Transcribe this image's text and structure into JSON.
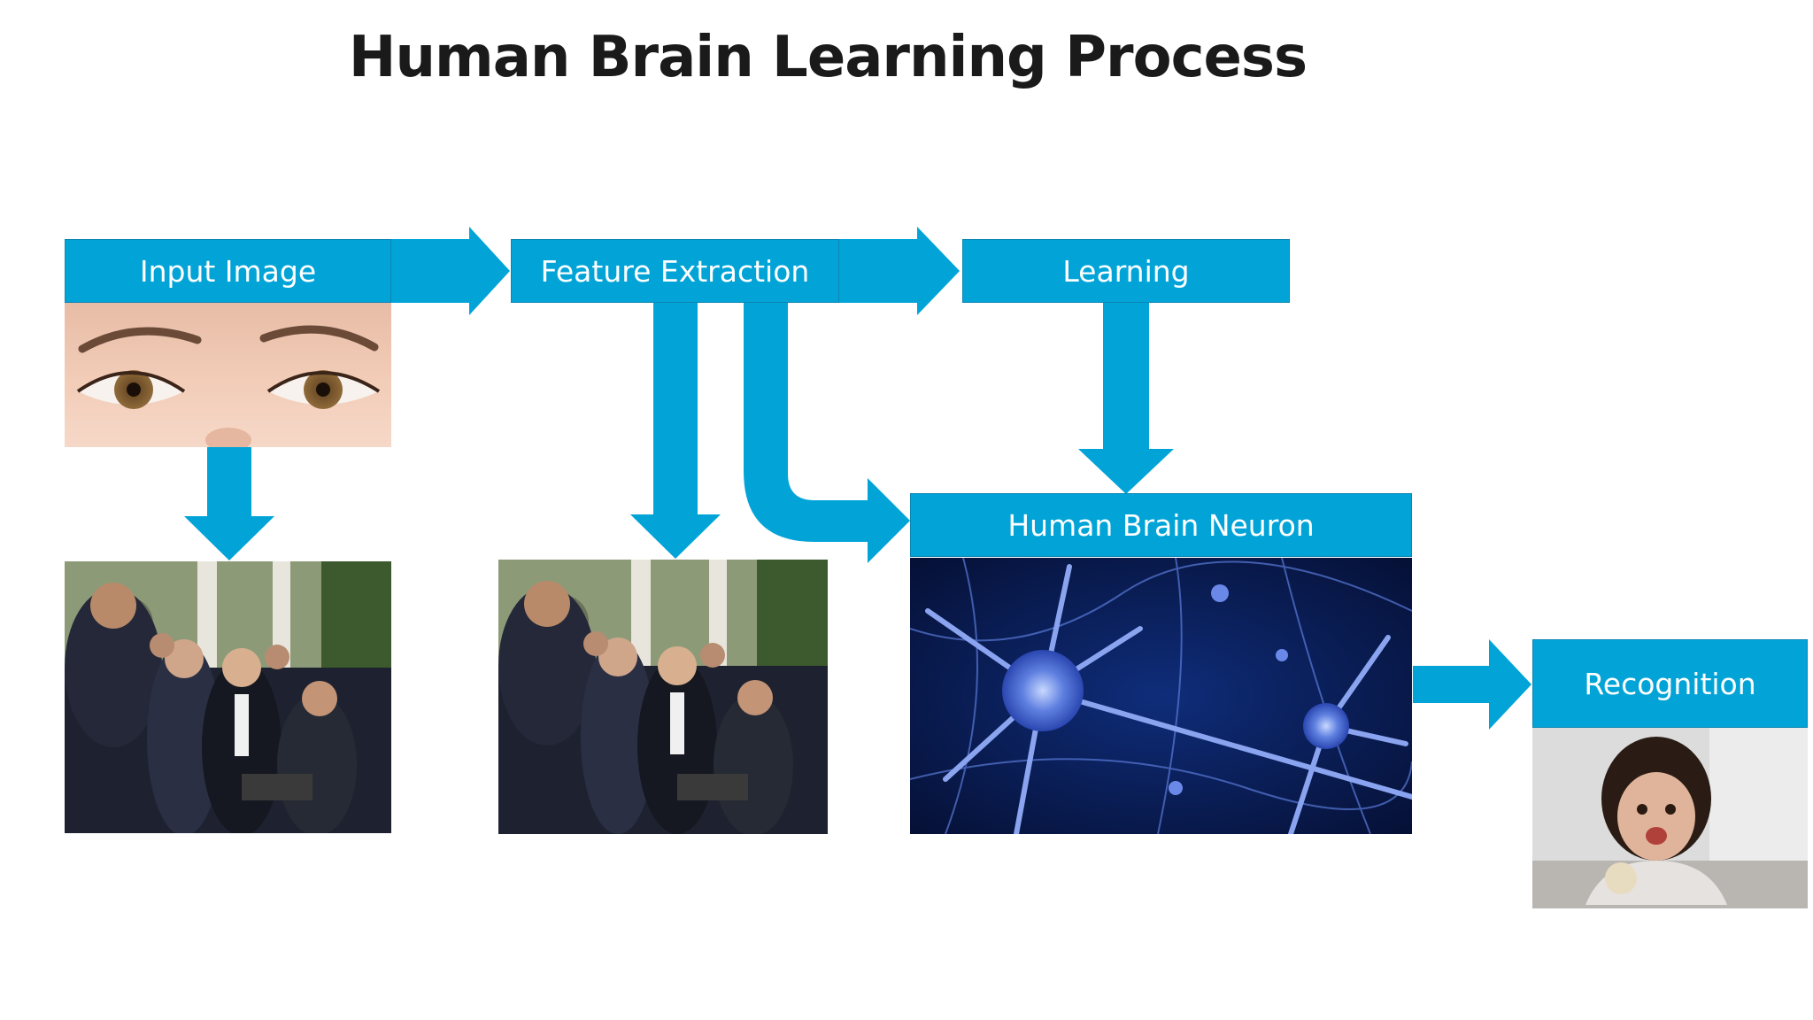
{
  "title": "Human Brain Learning Process",
  "nodes": {
    "input_image": "Input Image",
    "feature_extraction": "Feature Extraction",
    "learning": "Learning",
    "human_brain_neuron": "Human Brain Neuron",
    "recognition": "Recognition"
  },
  "photos": [
    {
      "id": "eyes-photo",
      "depicts": "eyes"
    },
    {
      "id": "group-photo-input",
      "depicts": "group-of-people"
    },
    {
      "id": "group-photo-features",
      "depicts": "group-of-people"
    },
    {
      "id": "neuron-photo",
      "depicts": "neuron-network"
    },
    {
      "id": "child-photo",
      "depicts": "child"
    }
  ],
  "colors": {
    "box_fill": "#02a4d8",
    "box_border": "#0b86b4",
    "arrow_fill": "#02a4d8",
    "title": "#1a1a1a",
    "box_text": "#ffffff"
  }
}
